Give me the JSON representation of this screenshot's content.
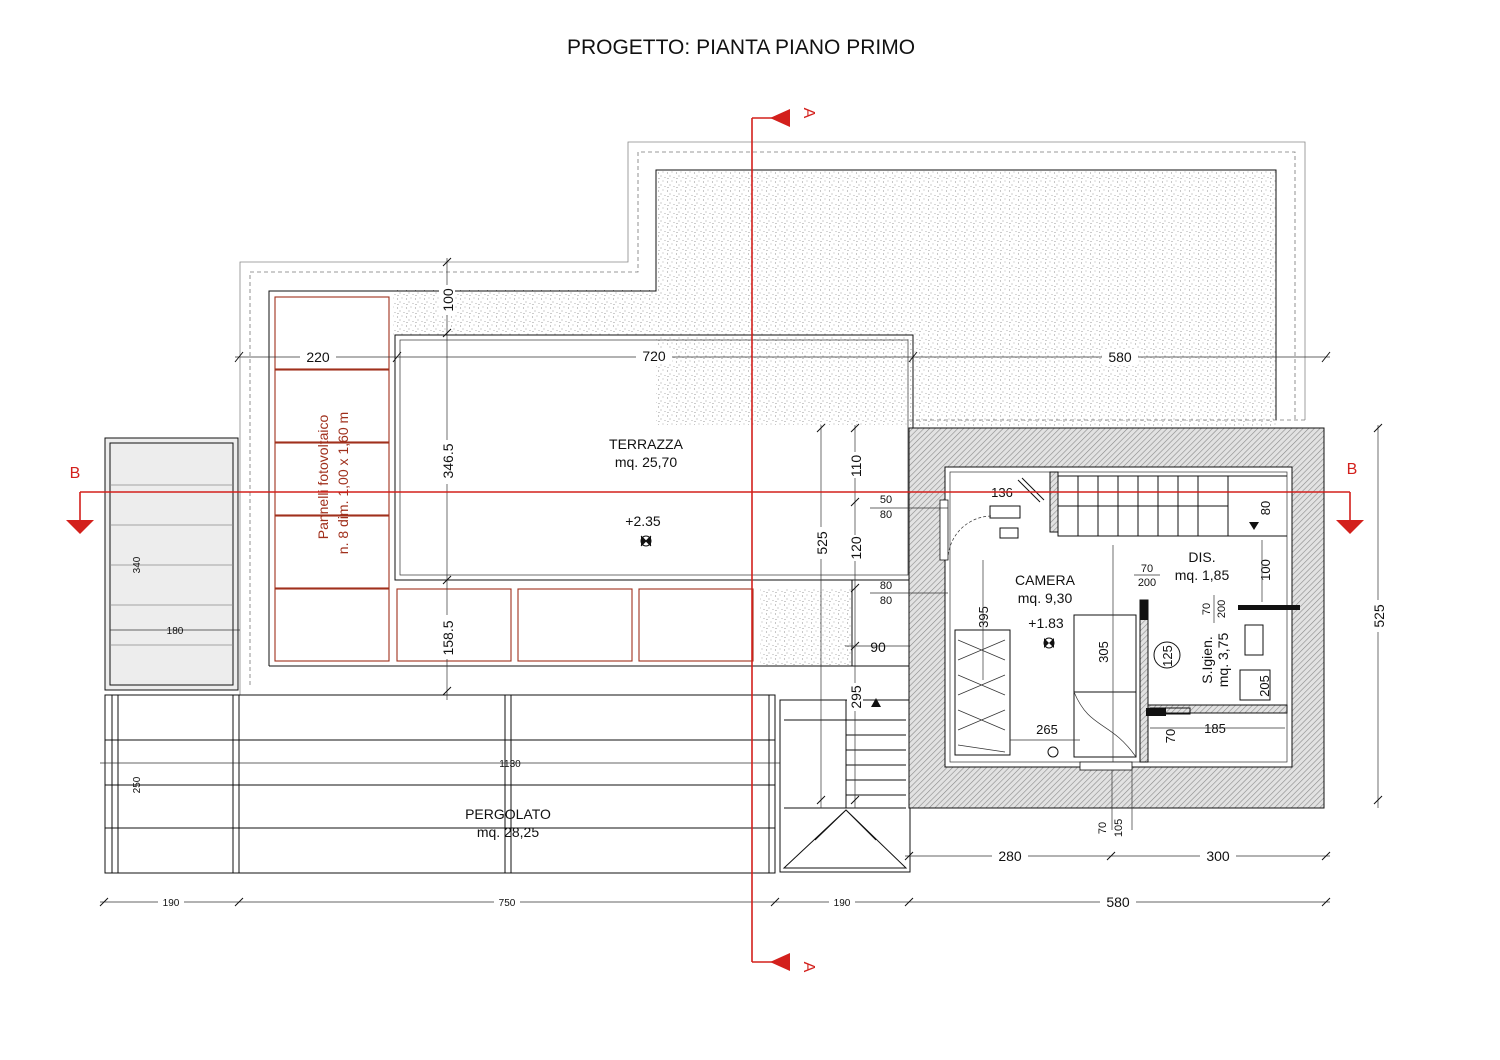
{
  "title": "PROGETTO: PIANTA PIANO PRIMO",
  "rooms": {
    "terrace_name": "TERRAZZA",
    "terrace_area": "mq. 25,70",
    "terrace_level": "+2.35",
    "bedroom_name": "CAMERA",
    "bedroom_area": "mq. 9,30",
    "bedroom_level": "+1.83",
    "hall_name": "DIS.",
    "hall_area": "mq. 1,85",
    "bath_name": "S.Igien.",
    "bath_area": "mq. 3,75",
    "pergola_name": "PERGOLATO",
    "pergola_area": "mq. 28,25"
  },
  "solar": {
    "line1": "Pannelli fotovoltaico",
    "line2": "n. 8 dim. 1,00 x 1,60 m"
  },
  "sections": {
    "a": "A",
    "b": "B"
  },
  "dimensions": {
    "d220": "220",
    "d720": "720",
    "d580_top": "580",
    "d100_top": "100",
    "d346": "346.5",
    "d158": "158.5",
    "d525_left": "525",
    "d110": "110",
    "d120": "120",
    "d90": "90",
    "d295": "295",
    "d50": "50",
    "d80_a": "80",
    "d80_b": "80",
    "d80_c": "80",
    "d136": "136",
    "d80_hall": "80",
    "d100_hall": "100",
    "door_70": "70",
    "door_200": "200",
    "door_70b": "70",
    "door_200b": "200",
    "d395": "395",
    "d305": "305",
    "d125": "125",
    "d205": "205",
    "d265": "265",
    "d185": "185",
    "d70_bath": "70",
    "d525_right": "525",
    "d340": "340",
    "d180": "180",
    "d1130": "1130",
    "d250": "250",
    "d280": "280",
    "d300": "300",
    "d70_bottom": "70",
    "d105_bottom": "105",
    "d190_a": "190",
    "d750": "750",
    "d190_b": "190",
    "d580_bottom": "580"
  },
  "colors": {
    "section_line": "#d3201c",
    "solar_panels": "#a0301c",
    "linework": "#111111"
  }
}
